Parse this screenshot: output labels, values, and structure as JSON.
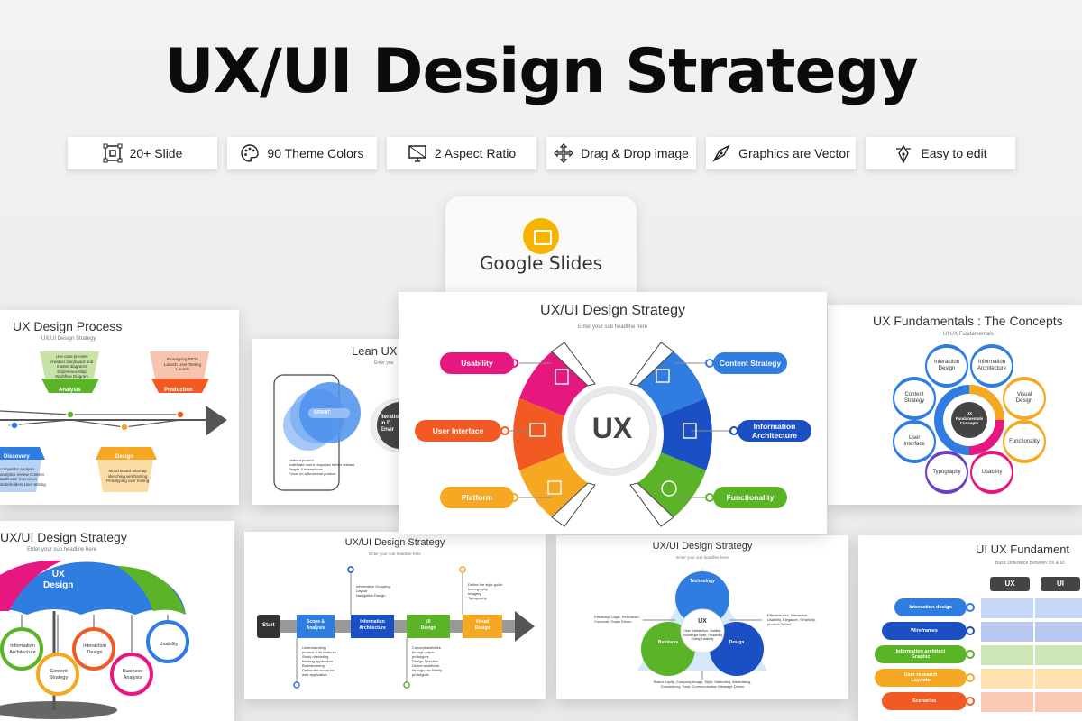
{
  "title": "UX/UI Design Strategy",
  "features": [
    {
      "label": "20+ Slide",
      "icon": "slides-icon"
    },
    {
      "label": "90 Theme Colors",
      "icon": "palette-icon"
    },
    {
      "label": "2 Aspect Ratio",
      "icon": "monitor-icon"
    },
    {
      "label": "Drag & Drop image",
      "icon": "move-icon"
    },
    {
      "label": "Graphics are Vector",
      "icon": "vector-pen-icon"
    },
    {
      "label": "Easy to edit",
      "icon": "edit-pen-icon"
    }
  ],
  "google_slides": {
    "label": "Google Slides",
    "icon_color": "#f4b400"
  },
  "slides": {
    "process": {
      "title": "UX Design Process",
      "subtitle": "UX/UI Design Strategy",
      "analysis": "Analysis",
      "analysis_text": "Use case preview\ncreation storyboard and\nmaster diagrams\nExperience Map\nWorkflow Diagram",
      "production": "Production",
      "production_text": "Prototyping BETA\nLaunch User Testing\nLaunch",
      "discovery": "Discovery",
      "discovery_text": "competitor analysis\nanalytics review Content\naudit user interviews\nstakeholders User testing",
      "design": "Design",
      "design_text": "Mood Board Sitemap\nsketching wireframing\nPrototyping user testing"
    },
    "lean": {
      "title": "Lean UX V",
      "subtitle": "Enter you",
      "sprint": "SPRINT",
      "iteration": "Iteration\nin D\nEnvir",
      "bullets": [
        "Defined product",
        "Anticipate user's response before release",
        "People & interactions",
        "Focus on a functional product"
      ]
    },
    "main": {
      "title": "UX/UI Design Strategy",
      "subtitle": "Enter your sub headline here",
      "center": "UX",
      "left": [
        "Usability",
        "User Interface",
        "Platform"
      ],
      "right": [
        "Content Strategy",
        "Information\nArchitecture",
        "Functionality"
      ]
    },
    "fundamentals": {
      "title": "UX Fundamentals : The Concepts",
      "subtitle": "UI UX Fundamentals",
      "center": "UX\nFundamentals\nConcepts",
      "nodes": [
        "Interaction\nDesign",
        "Information\nArchitecture",
        "Visual\nDesign",
        "Functionality",
        "Usability",
        "Typography",
        "User\nInterface",
        "Content\nStrategy"
      ]
    },
    "umbrella": {
      "title": "UX/UI Design Strategy",
      "subtitle": "Enter your sub headline here",
      "top": "UX\nDesign",
      "nodes": [
        "Information\nArchitecture",
        "Content\nStrategy",
        "Interaction\nDesign",
        "Business\nAnalysis",
        "Usability"
      ]
    },
    "timeline": {
      "title": "UX/UI Design Strategy",
      "subtitle": "Enter your sub headline here",
      "start": "Start",
      "steps": [
        "Scope &\nAnalysis",
        "Information\nArchitecture",
        "UI\nDesign",
        "Visual\nDesign"
      ],
      "top_text_1": "Information Grouping\nLayout\nNavigation Design",
      "top_text_2": "Define the style guide\nIconography\nImagery\nTypography",
      "bottom_text_1": "Understanding\nproduct & its features\nStudy of existing\nthinking application\nBrainstorming\nDefine the scope for\nweb application",
      "bottom_text_2": "Concept sketches\nthrough paper\nprototypes\nDesign Direction\nDefine workflows\nthrough low fidelity\nprototypes"
    },
    "triangle": {
      "title": "UX/UI Design Strategy",
      "subtitle": "Enter your sub headline here",
      "center": "UX",
      "center_text": "User Satisfaction, Viability,\nKnowledge Base, Findability,\nClarity, Usability",
      "technology": "Technology",
      "business": "Business",
      "design": "Design",
      "left_text": "Efficiency, Logic, Relevance,\nConcrete, Goals Driven",
      "right_text": "Effectiveness, Interactive,\nUsability, Elegance, Simplicity,\nproduct Driven",
      "bottom_text": "Brand Equity, Company Image, Style, Marketing, Advertising,\nConsistency, Trust, Communication Message Driven"
    },
    "uiux": {
      "title": "UI UX Fundament",
      "subtitle": "Basic Difference Between UX & UI",
      "ux": "UX",
      "ui": "UI",
      "rows": [
        "Interaction design",
        "Wireframes",
        "Information architect\nGraphic",
        "User research\nLayouts",
        "Scenarios"
      ]
    }
  },
  "colors": {
    "pink": "#e6177e",
    "orange": "#f15a22",
    "amber": "#f7a823",
    "blue": "#2f7de1",
    "navy": "#1b4fc4",
    "green": "#5bb327",
    "purple": "#6b3fc4"
  }
}
